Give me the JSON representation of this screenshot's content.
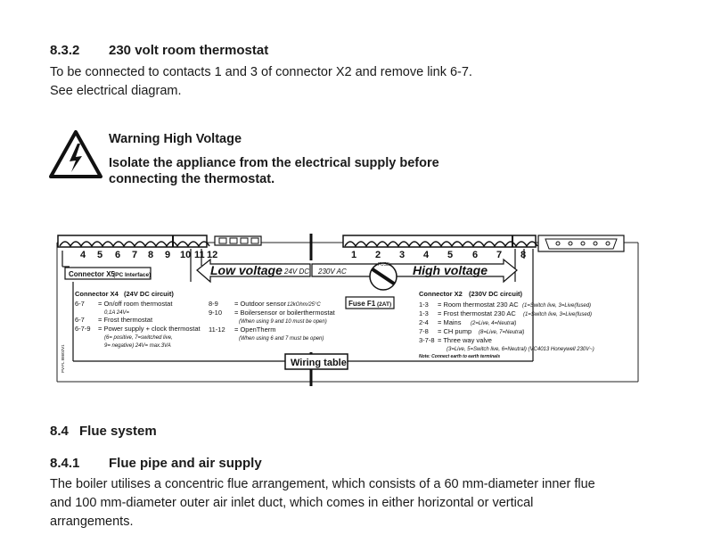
{
  "s832": {
    "number": "8.3.2",
    "title": "230 volt room thermostat",
    "line1": "To be connected to contacts 1 and 3 of connector X2 and remove link 6-7.",
    "line2": "See electrical diagram."
  },
  "warning": {
    "title": "Warning High Voltage",
    "line1": "Isolate the appliance from the electrical supply before",
    "line2": "connecting the thermostat."
  },
  "diagram": {
    "x4_terminal_numbers": [
      "4",
      "5",
      "6",
      "7",
      "8",
      "9",
      "10"
    ],
    "terminal_11": "11",
    "terminal_12": "12",
    "x2_terminal_numbers": [
      "1",
      "2",
      "3",
      "4",
      "5",
      "6",
      "7"
    ],
    "terminal_8": "8",
    "connector_x5": "Connector X5",
    "connector_x5_sub": "(PC Interface)",
    "low_voltage": "Low voltage",
    "low_voltage_unit": "24V DC",
    "high_voltage_unit": "230V AC",
    "high_voltage": "High voltage",
    "fuse_label": "FUSE",
    "fuse_f1": "Fuse F1",
    "fuse_f1_rating": "(2AT)",
    "side_code": "PV-FL 88602V1",
    "wiring_table": "Wiring table",
    "x4": {
      "title": "Connector X4",
      "title_sub": "(24V DC circuit)",
      "rows": [
        {
          "code": "6-7",
          "text": "= On/off room thermostat"
        },
        {
          "code": "",
          "text": "0,1A  24V="
        },
        {
          "code": "6-7",
          "text": "= Frost thermostat"
        },
        {
          "code": "6-7-9",
          "text": "= Power supply + clock thermostat"
        },
        {
          "code": "",
          "text": "(6= positive, 7=switched live,"
        },
        {
          "code": "",
          "text": "9= negative) 24V= max.3VA"
        }
      ]
    },
    "x4b": {
      "rows": [
        {
          "code": "8-9",
          "text": "= Outdoor sensor",
          "note": "12kOhm/25°C"
        },
        {
          "code": "9-10",
          "text": "= Boilersensor or boilerthermostat",
          "note": ""
        },
        {
          "code": "",
          "text": "(When using 9 and 10 must be open)",
          "note": ""
        },
        {
          "code": "11-12",
          "text": "= OpenTherm",
          "note": ""
        },
        {
          "code": "",
          "text": "(When using 6 and 7 must be open)",
          "note": ""
        }
      ]
    },
    "x2": {
      "title": "Connector X2",
      "title_sub": "(230V DC circuit)",
      "rows": [
        {
          "code": "1-3",
          "text": "= Room thermostat 230 AC",
          "note": "(1=Switch live, 3=Live(fused)"
        },
        {
          "code": "1-3",
          "text": "= Frost thermostat 230 AC",
          "note": "(1=Switch live, 3=Live(fused)"
        },
        {
          "code": "2-4",
          "text": "= Mains",
          "note": "(2=Live, 4=Neutral)"
        },
        {
          "code": "7-8",
          "text": "= CH pump",
          "note": "(8=Live, 7=Neutral)"
        },
        {
          "code": "3-7-8",
          "text": "= Three way valve",
          "note": ""
        },
        {
          "code": "",
          "text": "(3=Live, 5=Switch live, 6=Neutral) (VC4013 Honeywell 230V~)",
          "note": ""
        }
      ],
      "note": "Note: Connect earth to earth terminals"
    }
  },
  "s84": {
    "number": "8.4",
    "title": "Flue system"
  },
  "s841": {
    "number": "8.4.1",
    "title": "Flue pipe and air supply",
    "line1": "The boiler utilises a concentric flue arrangement, which consists of a 60 mm-diameter inner flue",
    "line2": "and 100 mm-diameter outer air inlet duct, which comes in either horizontal or vertical",
    "line3": "arrangements."
  }
}
